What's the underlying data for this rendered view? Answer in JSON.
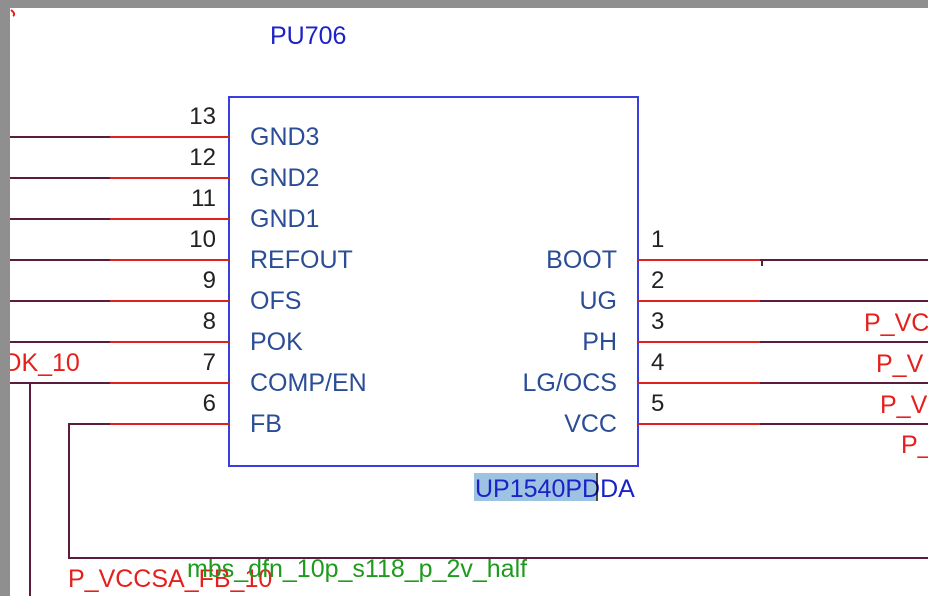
{
  "component": {
    "refdes": "PU706",
    "part_number_selected": "UP1540P",
    "part_number_rest": "DDA",
    "footprint": "mbs_dfn_10p_s118_p_2v_half"
  },
  "left_pins": [
    {
      "num": "13",
      "name": "GND3"
    },
    {
      "num": "12",
      "name": "GND2"
    },
    {
      "num": "11",
      "name": "GND1"
    },
    {
      "num": "10",
      "name": "REFOUT"
    },
    {
      "num": "9",
      "name": "OFS"
    },
    {
      "num": "8",
      "name": "POK"
    },
    {
      "num": "7",
      "name": "COMP/EN"
    },
    {
      "num": "6",
      "name": "FB"
    }
  ],
  "right_pins": [
    {
      "num": "1",
      "name": "BOOT"
    },
    {
      "num": "2",
      "name": "UG"
    },
    {
      "num": "3",
      "name": "PH"
    },
    {
      "num": "4",
      "name": "LG/OCS"
    },
    {
      "num": "5",
      "name": "VCC"
    }
  ],
  "net_labels": {
    "pok": "OK_10",
    "fb": "P_VCCSA_FB_10",
    "right_3": "P_VC",
    "right_4": "P_V",
    "right_5": "P_V",
    "right_6": "P_"
  },
  "colors": {
    "refdes": "#1a22c8",
    "pin_name": "#2a4d96",
    "net_label": "#e5201c",
    "footprint": "#1e9a1e",
    "wire": "#5a1e3c",
    "pin_line": "#e0201c",
    "selection": "#9ec3e2"
  }
}
